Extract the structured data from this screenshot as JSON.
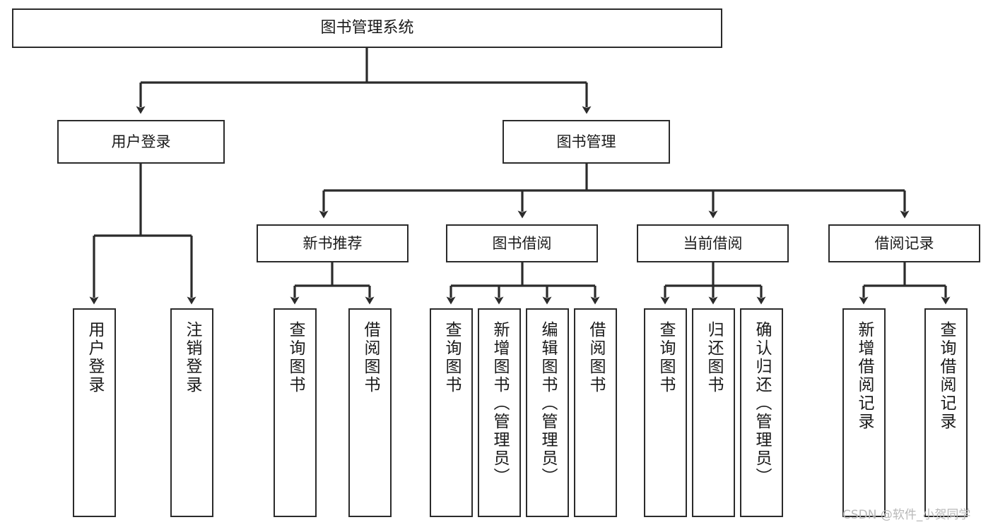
{
  "diagram": {
    "title": "图书管理系统",
    "type": "tree",
    "watermark": "CSDN @软件_小贺同学",
    "colors": {
      "background": "#ffffff",
      "border": "#2b2b2b",
      "text": "#1a1a1a",
      "line": "#2b2b2b",
      "watermark": "#b8b8b8"
    },
    "nodes": {
      "root": {
        "label": "图书管理系统",
        "level": 1,
        "orientation": "horizontal"
      },
      "user_login": {
        "label": "用户登录",
        "level": 2,
        "orientation": "horizontal"
      },
      "book_manage": {
        "label": "图书管理",
        "level": 2,
        "orientation": "horizontal"
      },
      "new_book_rec": {
        "label": "新书推荐",
        "level": 3,
        "orientation": "horizontal"
      },
      "book_borrow": {
        "label": "图书借阅",
        "level": 3,
        "orientation": "horizontal"
      },
      "current_borrow": {
        "label": "当前借阅",
        "level": 3,
        "orientation": "horizontal"
      },
      "borrow_record": {
        "label": "借阅记录",
        "level": 3,
        "orientation": "horizontal"
      },
      "leaf_user_login": {
        "label": "用户登录",
        "level": 3,
        "orientation": "vertical"
      },
      "leaf_user_logout": {
        "label": "注销登录",
        "level": 3,
        "orientation": "vertical"
      },
      "leaf_rec_query": {
        "label": "查询图书",
        "level": 4,
        "orientation": "vertical"
      },
      "leaf_rec_borrow": {
        "label": "借阅图书",
        "level": 4,
        "orientation": "vertical"
      },
      "leaf_borrow_query": {
        "label": "查询图书",
        "level": 4,
        "orientation": "vertical"
      },
      "leaf_borrow_add": {
        "label": "新增图书（管理员）",
        "level": 4,
        "orientation": "vertical"
      },
      "leaf_borrow_edit": {
        "label": "编辑图书（管理员）",
        "level": 4,
        "orientation": "vertical"
      },
      "leaf_borrow_lend": {
        "label": "借阅图书",
        "level": 4,
        "orientation": "vertical"
      },
      "leaf_cur_query": {
        "label": "查询图书",
        "level": 4,
        "orientation": "vertical"
      },
      "leaf_cur_return": {
        "label": "归还图书",
        "level": 4,
        "orientation": "vertical"
      },
      "leaf_cur_confirm": {
        "label": "确认归还（管理员）",
        "level": 4,
        "orientation": "vertical"
      },
      "leaf_rec_add": {
        "label": "新增借阅记录",
        "level": 4,
        "orientation": "vertical"
      },
      "leaf_rec_search": {
        "label": "查询借阅记录",
        "level": 4,
        "orientation": "vertical"
      }
    },
    "edges": [
      {
        "from": "root",
        "to": "user_login"
      },
      {
        "from": "root",
        "to": "book_manage"
      },
      {
        "from": "user_login",
        "to": "leaf_user_login"
      },
      {
        "from": "user_login",
        "to": "leaf_user_logout"
      },
      {
        "from": "book_manage",
        "to": "new_book_rec"
      },
      {
        "from": "book_manage",
        "to": "book_borrow"
      },
      {
        "from": "book_manage",
        "to": "current_borrow"
      },
      {
        "from": "book_manage",
        "to": "borrow_record"
      },
      {
        "from": "new_book_rec",
        "to": "leaf_rec_query"
      },
      {
        "from": "new_book_rec",
        "to": "leaf_rec_borrow"
      },
      {
        "from": "book_borrow",
        "to": "leaf_borrow_query"
      },
      {
        "from": "book_borrow",
        "to": "leaf_borrow_add"
      },
      {
        "from": "book_borrow",
        "to": "leaf_borrow_edit"
      },
      {
        "from": "book_borrow",
        "to": "leaf_borrow_lend"
      },
      {
        "from": "current_borrow",
        "to": "leaf_cur_query"
      },
      {
        "from": "current_borrow",
        "to": "leaf_cur_return"
      },
      {
        "from": "current_borrow",
        "to": "leaf_cur_confirm"
      },
      {
        "from": "borrow_record",
        "to": "leaf_rec_add"
      },
      {
        "from": "borrow_record",
        "to": "leaf_rec_search"
      }
    ]
  }
}
